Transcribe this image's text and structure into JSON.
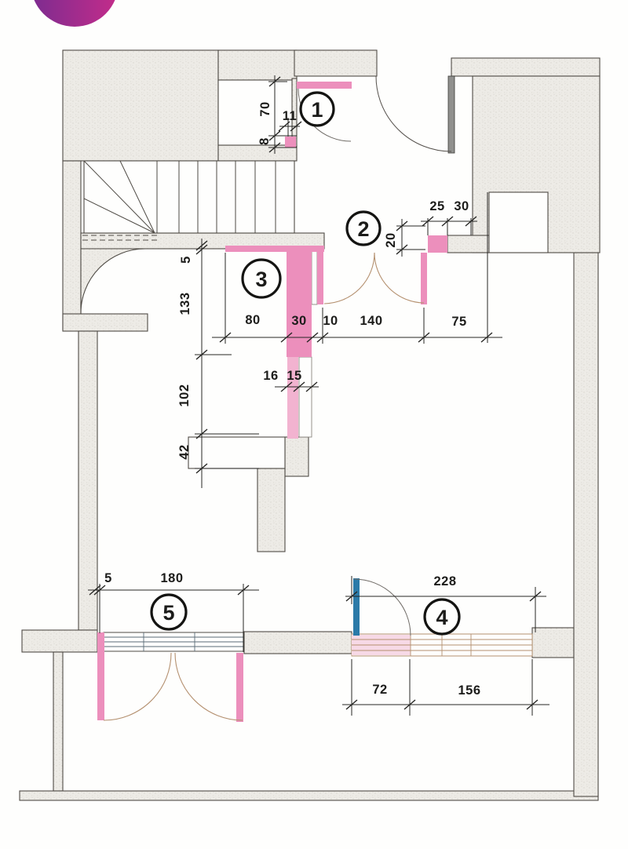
{
  "logo": {
    "name": "purple-brand-blob",
    "gradient_left": "#7c2c90",
    "gradient_right": "#c42c8a"
  },
  "colors": {
    "wall_fill_base": "#edebe6",
    "wall_outline": "#4f4b45",
    "highlight_pink": "#ec8fbc",
    "highlight_pink_light": "#f2b3d0",
    "highlight_pink_pale": "#f7d9e6",
    "highlight_blue": "#2b7aa8",
    "door_arc_tan": "#b4906f",
    "door_arc_gray": "#6f6b66",
    "dimension_ink": "#262624",
    "window_line_blue": "#5b6b78"
  },
  "room_markers": [
    "1",
    "2",
    "3",
    "4",
    "5"
  ],
  "dimensions": {
    "d70": "70",
    "d11": "11",
    "d8": "8",
    "d25": "25",
    "d30_top": "30",
    "d20": "20",
    "d5_top": "5",
    "d133": "133",
    "d80": "80",
    "d30_mid": "30",
    "d10": "10",
    "d140": "140",
    "d75": "75",
    "d16": "16",
    "d15": "15",
    "d102": "102",
    "d42": "42",
    "d5_bottom": "5",
    "d180": "180",
    "d228": "228",
    "d72": "72",
    "d156": "156"
  }
}
